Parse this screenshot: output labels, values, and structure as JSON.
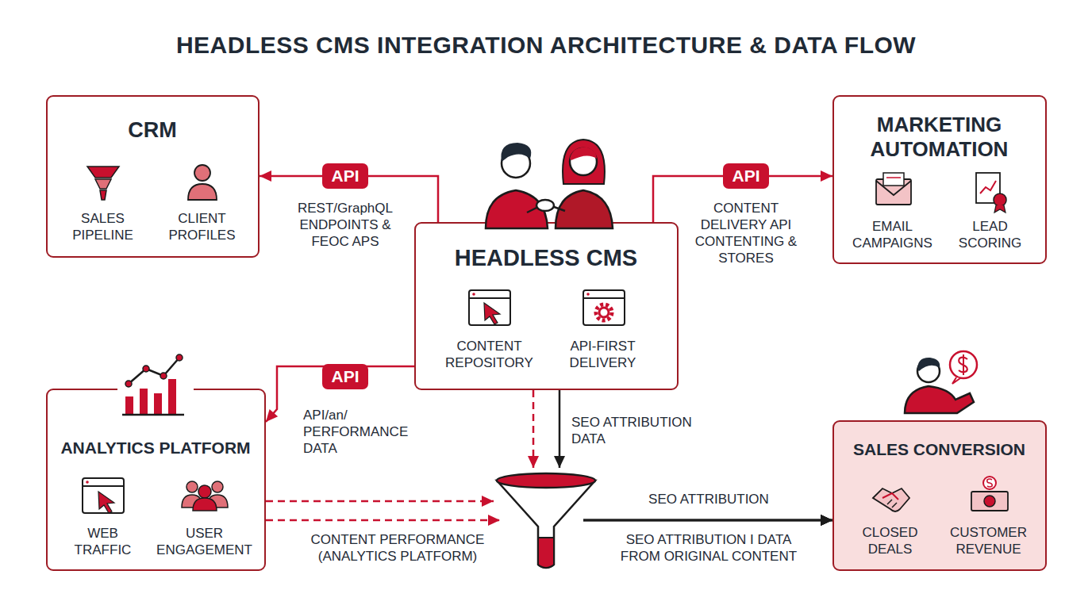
{
  "diagram": {
    "title": "HEADLESS CMS INTEGRATION ARCHITECTURE & DATA FLOW",
    "nodes": [
      {
        "text": [
          "CRM",
          "SALES PIPELINE",
          "CLIENT PROFILES"
        ]
      },
      {
        "text": [
          "HEADLESS CMS",
          "CONTENT REPOSITORY",
          "API-FIRST DELIVERY"
        ]
      },
      {
        "text": [
          "MARKETING AUTOMATION",
          "EMAIL CAMPAIGNS",
          "LEAD SCORING"
        ]
      },
      {
        "text": [
          "ANALYTICS PLATFORM",
          "WEB TRAFFIC",
          "USER ENGAGEMENT"
        ]
      },
      {
        "text": [
          "SALES CONVERSION",
          "CLOSED DEALS",
          "CUSTOMER REVENUE"
        ]
      }
    ],
    "edges": [
      {
        "from": 1,
        "to": 0,
        "arrow": "to",
        "label": "API"
      },
      {
        "from": 1,
        "to": 2,
        "arrow": "to",
        "label": "API"
      },
      {
        "from": 1,
        "to": 3,
        "arrow": "to",
        "label": "API"
      },
      {
        "from": 1,
        "to": 4,
        "arrow": "to",
        "label": "SEO ATTRIBUTION DATA"
      },
      {
        "from": 1,
        "to": 4,
        "arrow": "to"
      },
      {
        "from": 3,
        "to": 4,
        "arrow": "to",
        "label": "CONTENT PERFORMANCE (ANALYTICS PLATFORM)"
      },
      {
        "from": 3,
        "to": 4,
        "arrow": "to"
      }
    ],
    "labels": [
      "REST/GraphQL ENDPOINTS & FEOC APS",
      "CONTENT DELIVERY API CONTENTING & STORES",
      "API/an/ PERFORMANCE DATA",
      "SEO ATTRIBUTION",
      "SEO ATTRIBUTION I DATA FROM ORIGINAL CONTENT"
    ]
  }
}
